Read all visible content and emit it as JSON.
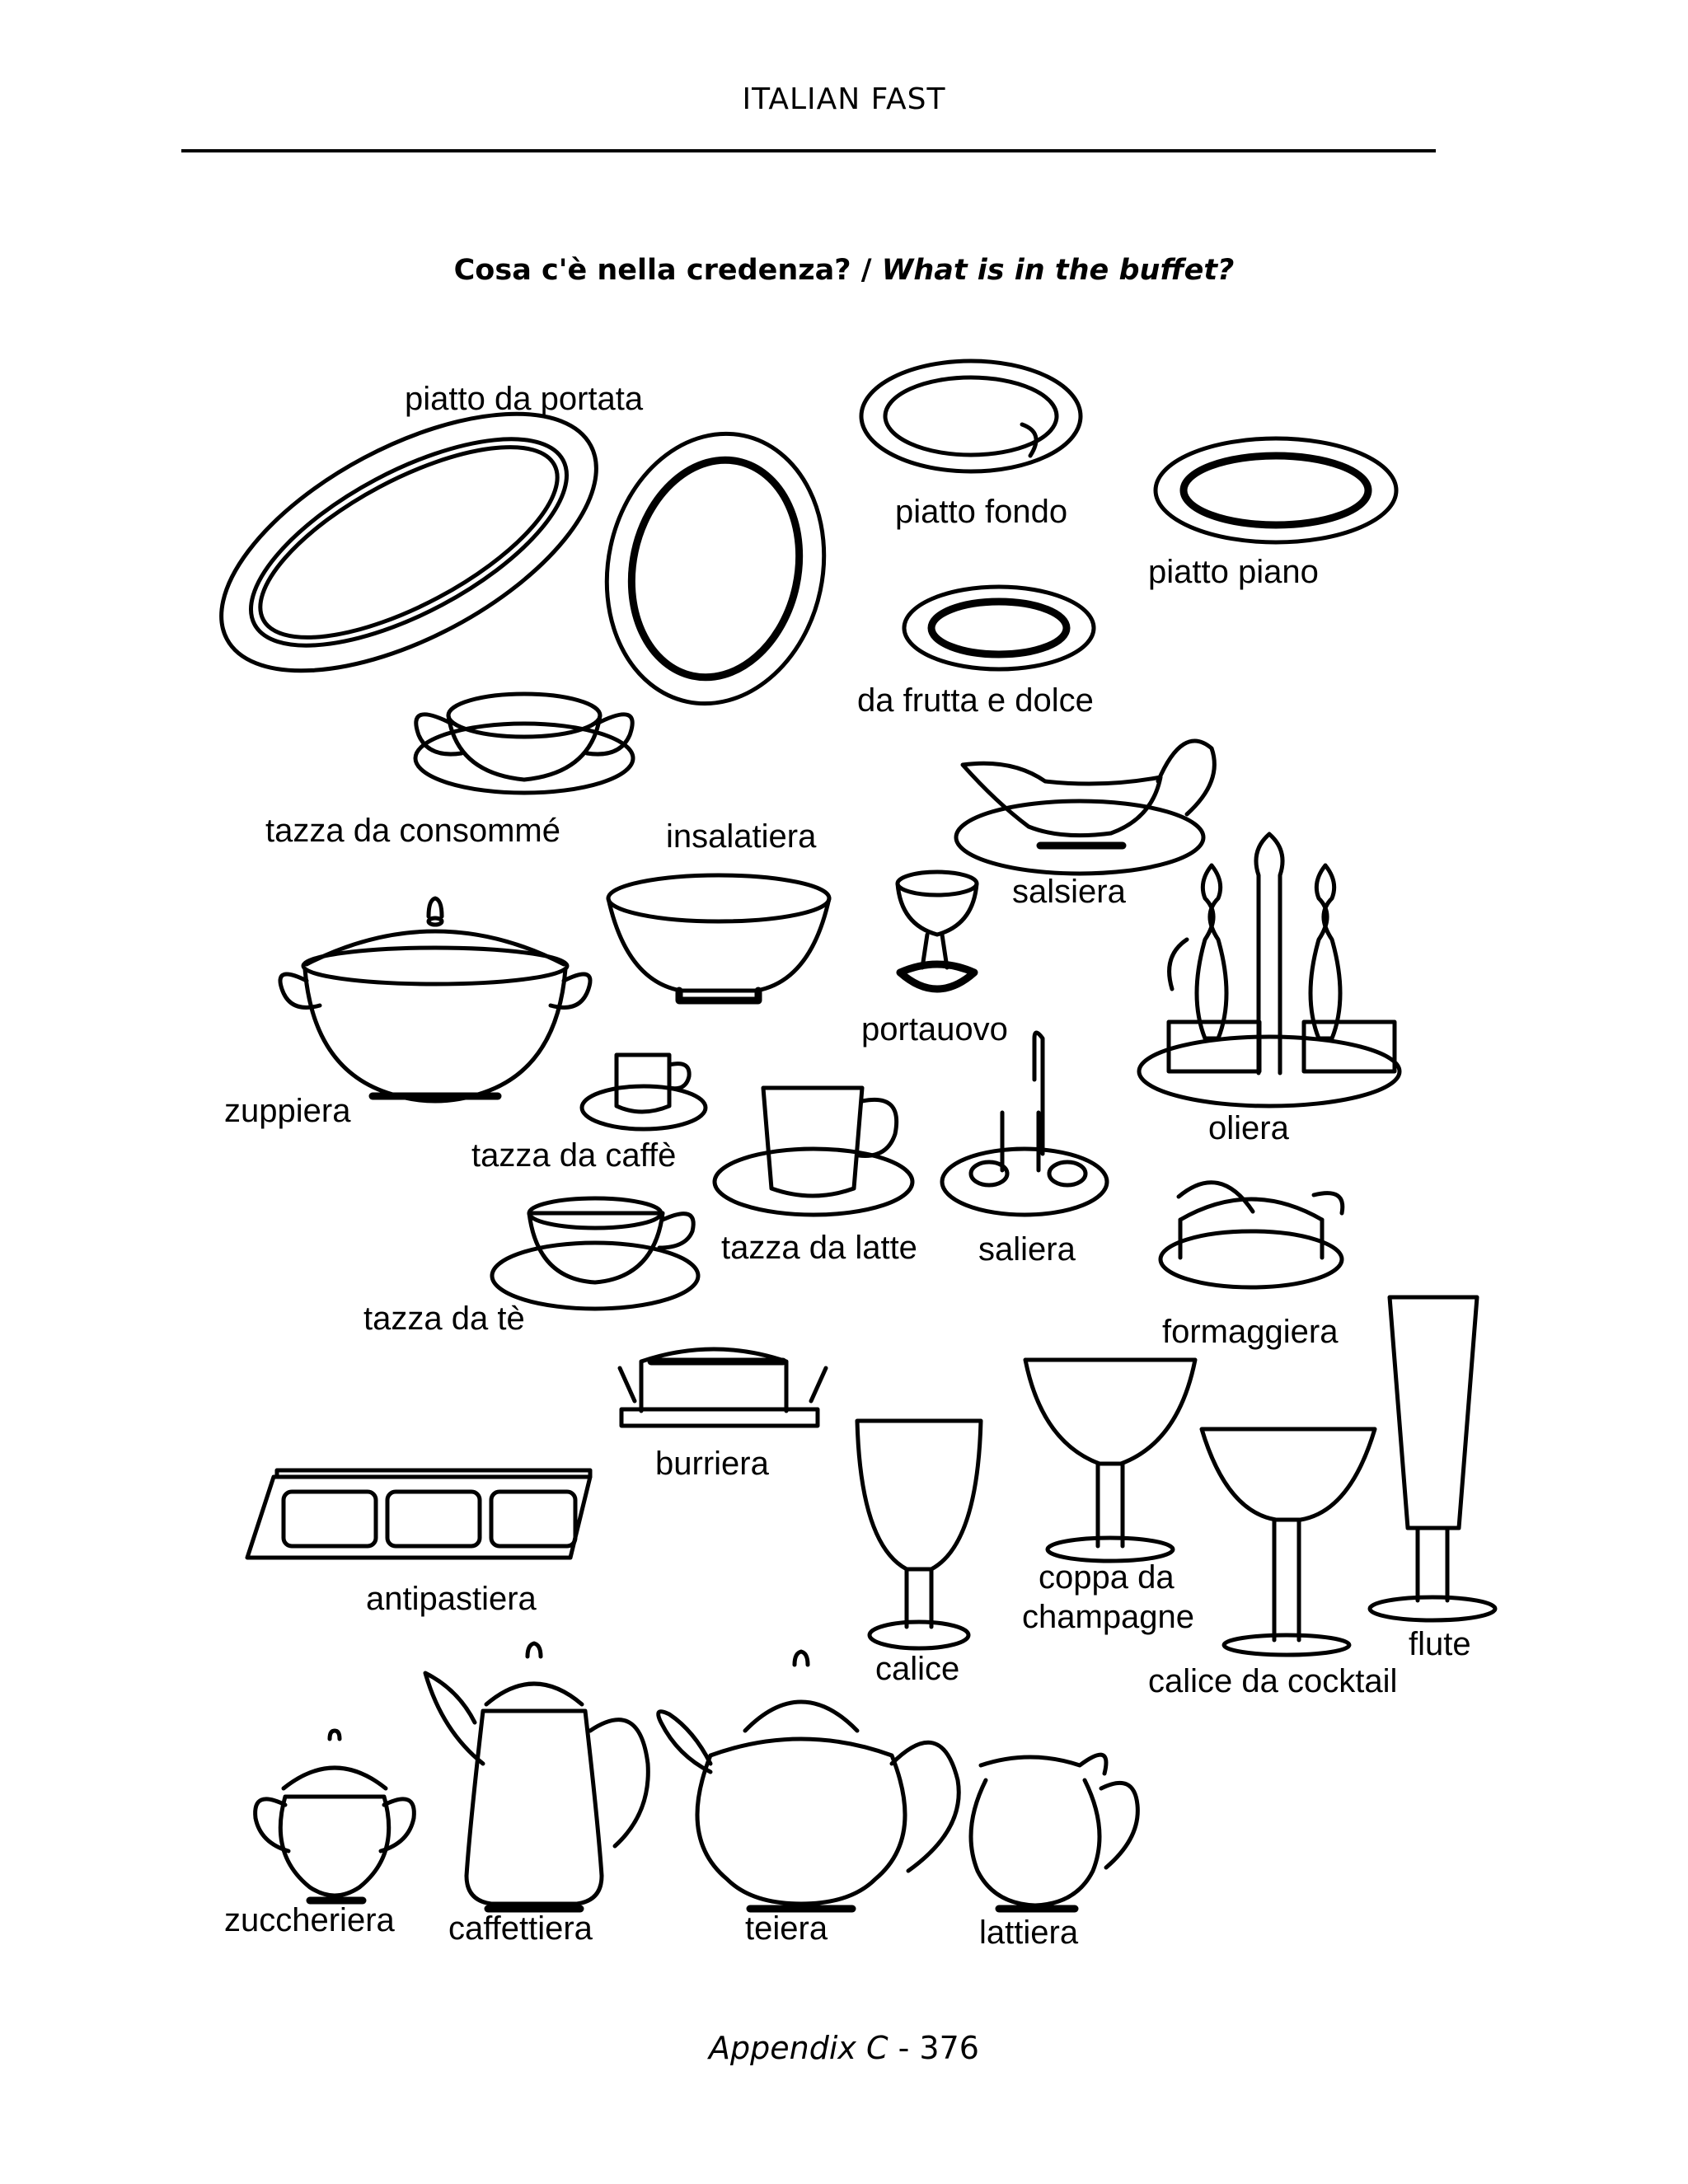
{
  "header": {
    "running_title": "ITALIAN FAST"
  },
  "heading": {
    "italian": "Cosa c'è nella credenza?",
    "separator": " / ",
    "english": "What is in the buffet?"
  },
  "labels": {
    "piatto_da_portata": "piatto da portata",
    "piatto_fondo": "piatto fondo",
    "piatto_piano": "piatto piano",
    "da_frutta_e_dolce": "da frutta e dolce",
    "tazza_da_consomme": "tazza da consommé",
    "insalatiera": "insalatiera",
    "salsiera": "salsiera",
    "portauovo": "portauovo",
    "zuppiera": "zuppiera",
    "oliera": "oliera",
    "tazza_da_caffe": "tazza da caffè",
    "tazza_da_latte": "tazza da latte",
    "saliera": "saliera",
    "tazza_da_te": "tazza da tè",
    "formaggiera": "formaggiera",
    "burriera": "burriera",
    "antipastiera": "antipastiera",
    "coppa_da_champagne_1": "coppa da",
    "coppa_da_champagne_2": "champagne",
    "calice": "calice",
    "flute": "flute",
    "calice_da_cocktail": "calice da cocktail",
    "zuccheriera": "zuccheriera",
    "caffettiera": "caffettiera",
    "teiera": "teiera",
    "lattiera": "lattiera"
  },
  "footer": {
    "appendix": "Appendix C",
    "page_ref": " - 376"
  }
}
